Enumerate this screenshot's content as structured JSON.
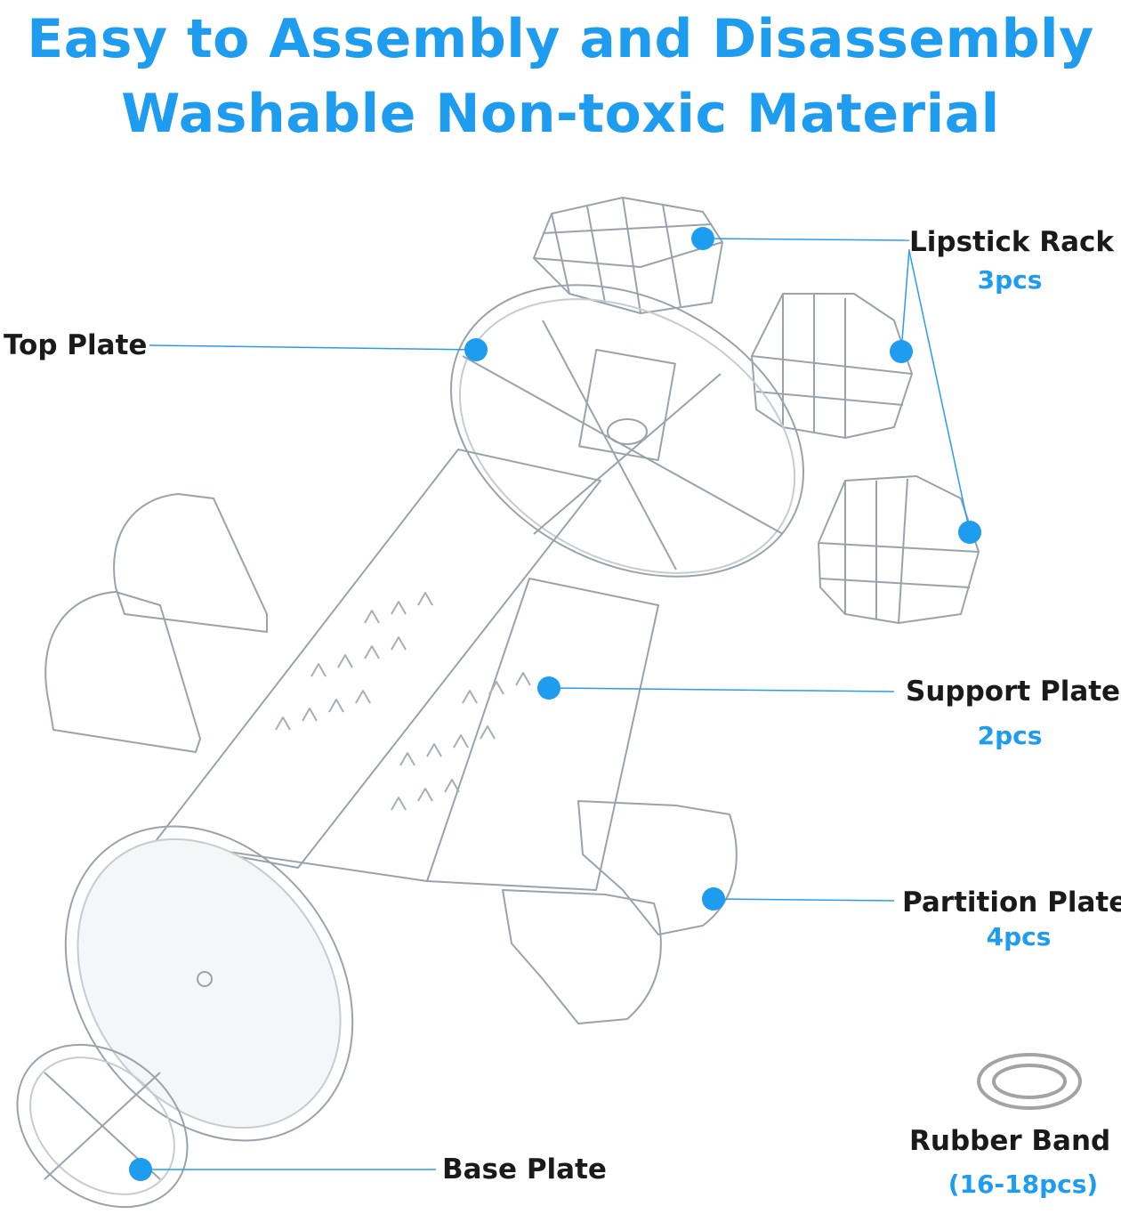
{
  "headline": {
    "line1": "Easy to Assembly and Disassembly",
    "line2": "Washable Non-toxic Material"
  },
  "parts": {
    "lipstick_rack": {
      "name": "Lipstick Rack",
      "qty": "3pcs"
    },
    "top_plate": {
      "name": "Top Plate"
    },
    "support_plate": {
      "name": "Support Plate",
      "qty": "2pcs"
    },
    "partition_plate": {
      "name": "Partition Plate",
      "qty": "4pcs"
    },
    "rubber_band": {
      "name": "Rubber Band",
      "qty": "(16-18pcs)"
    },
    "base_plate": {
      "name": "Base Plate"
    }
  },
  "colors": {
    "accent": "#1e9cf0",
    "label": "#1a1a1a",
    "line": "#2a9cf0",
    "acrylic": "#9aa3ab"
  }
}
